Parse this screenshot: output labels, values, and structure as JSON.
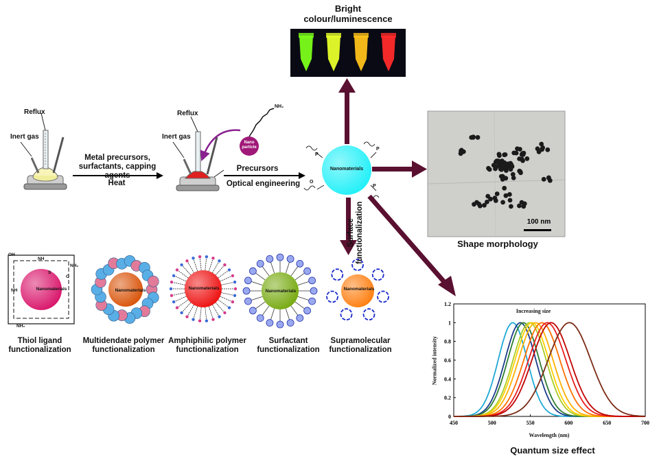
{
  "top_caption": "Bright colour/luminescence",
  "step1": {
    "reflux": "Reflux",
    "inert_gas": "Inert gas"
  },
  "arrow1": {
    "top": "Metal precursors, surfactants, capping agents",
    "bottom": "Heat"
  },
  "step2": {
    "reflux": "Reflux",
    "inert_gas": "Inert gas",
    "nano_label": "Nano particle",
    "amine": "NH₂"
  },
  "arrow2": {
    "top": "Precursors",
    "bottom": "Optical engineering"
  },
  "center": {
    "label": "Nanomaterials",
    "p": "P",
    "o": "O"
  },
  "surface_label": "Surface functionalization",
  "tem": {
    "scale": "100 nm",
    "caption": "Shape morphology"
  },
  "functionalizations": [
    {
      "caption": "Thiol ligand functionalization",
      "core": "Nanomaterials",
      "color": "#d9166b"
    },
    {
      "caption": "Multidendate polymer functionalization",
      "core": "Nanomaterials",
      "color": "#d9540a"
    },
    {
      "caption": "Amphiphilic polymer functionalization",
      "core": "Nanomaterials",
      "color": "#ee1111"
    },
    {
      "caption": "Surfactant functionalization",
      "core": "Nanomaterials",
      "color": "#77aa11"
    },
    {
      "caption": "Supramolecular functionalization",
      "core": "Nanomaterials",
      "color": "#ff7f11"
    }
  ],
  "thiol_groups": {
    "oh": "OH",
    "nh": "NH",
    "o": "O",
    "s": "S",
    "nh2": "NH₂"
  },
  "vials": [
    {
      "color": "#7cff1a"
    },
    {
      "color": "#e8ff2a"
    },
    {
      "color": "#ffc21a"
    },
    {
      "color": "#ff2a2a"
    }
  ],
  "chart_data": {
    "type": "line",
    "title": "Increasing size",
    "xlabel": "Wavelength (nm)",
    "ylabel": "Normalized intensity",
    "xlim": [
      450,
      700
    ],
    "ylim": [
      0,
      1.2
    ],
    "xticks": [
      450,
      500,
      550,
      600,
      650,
      700
    ],
    "yticks": [
      0,
      0.2,
      0.4,
      0.6,
      0.8,
      1,
      1.2
    ],
    "caption": "Quantum size effect",
    "series": [
      {
        "peak": 527,
        "color": "#1fa9d6"
      },
      {
        "peak": 537,
        "color": "#1a3a8a"
      },
      {
        "peak": 541,
        "color": "#2e7d32"
      },
      {
        "peak": 549,
        "color": "#aacc22"
      },
      {
        "peak": 552,
        "color": "#ffd000"
      },
      {
        "peak": 557,
        "color": "#ffb000"
      },
      {
        "peak": 565,
        "color": "#ff7000"
      },
      {
        "peak": 572,
        "color": "#e81d1d"
      },
      {
        "peak": 577,
        "color": "#c00000"
      },
      {
        "peak": 601,
        "color": "#7a2a14"
      }
    ]
  }
}
